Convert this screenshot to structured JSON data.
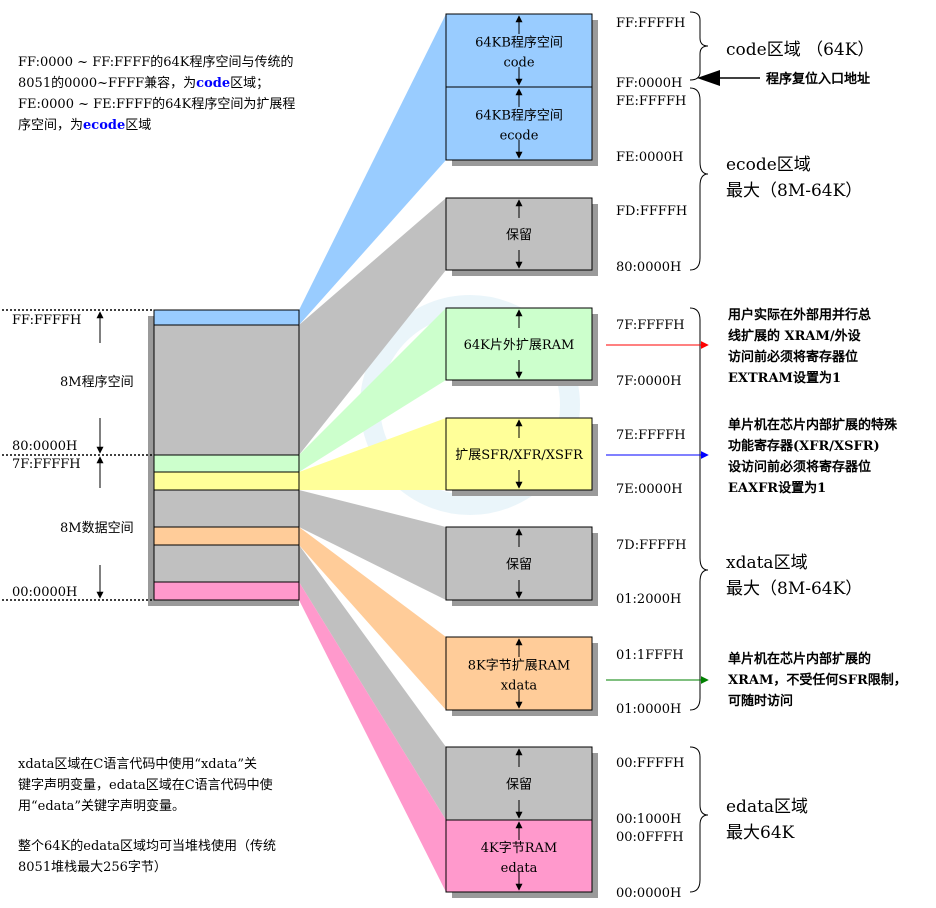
{
  "notes": {
    "top": [
      "FF:0000 ~ FF:FFFF的64K程序空间与传统的",
      "8051的0000~FFFF兼容，为",
      "code",
      "区域；",
      "FE:0000 ~ FE:FFFF的64K程序空间为扩展程",
      "序空间，为",
      "ecode",
      "区域"
    ],
    "bottom_1": [
      "xdata区域在C语言代码中使用“xdata”关",
      "键字声明变量，edata区域在C语言代码中使",
      "用“edata”关键字声明变量。"
    ],
    "bottom_2": [
      "整个64K的edata区域均可当堆栈使用（传统",
      "8051堆栈最大256字节）"
    ]
  },
  "left_map": {
    "top_addr": "FF:FFFFH",
    "program_label": "8M程序空间",
    "mid_addr_1": "80:0000H",
    "mid_addr_2": "7F:FFFFH",
    "data_label": "8M数据空间",
    "bottom_addr": "00:0000H"
  },
  "blocks": [
    {
      "line1": "64KB程序空间",
      "line2": "code",
      "color": "#99ccff"
    },
    {
      "line1": "64KB程序空间",
      "line2": "ecode",
      "color": "#99ccff"
    },
    {
      "line1": "保留",
      "line2": "",
      "color": "#c0c0c0"
    },
    {
      "line1": "64K片外扩展RAM",
      "line2": "",
      "color": "#ccffcc"
    },
    {
      "line1": "扩展SFR/XFR/XSFR",
      "line2": "",
      "color": "#ffff99"
    },
    {
      "line1": "保留",
      "line2": "",
      "color": "#c0c0c0"
    },
    {
      "line1": "8K字节扩展RAM",
      "line2": "xdata",
      "color": "#ffcc99"
    },
    {
      "line1": "保留",
      "line2": "",
      "color": "#c0c0c0"
    },
    {
      "line1": "4K字节RAM",
      "line2": "edata",
      "color": "#ff99cc"
    }
  ],
  "addresses": [
    "FF:FFFFH",
    "FF:0000H",
    "FE:FFFFH",
    "FE:0000H",
    "FD:FFFFH",
    "80:0000H",
    "7F:FFFFH",
    "7F:0000H",
    "7E:FFFFH",
    "7E:0000H",
    "7D:FFFFH",
    "01:2000H",
    "01:1FFFH",
    "01:0000H",
    "00:FFFFH",
    "00:1000H",
    "00:0FFFH",
    "00:0000H"
  ],
  "regions": {
    "code": [
      "code区域 （64K）"
    ],
    "ecode": [
      "ecode区域",
      "最大（8M-64K）"
    ],
    "xdata": [
      "xdata区域",
      "最大（8M-64K）"
    ],
    "edata": [
      "edata区域",
      "最大64K"
    ]
  },
  "reset_label": "程序复位入口地址",
  "callouts": {
    "xram": [
      "用户实际在外部用并行总",
      "线扩展的 XRAM/外设",
      "访问前必须将寄存器位",
      "EXTRAM设置为1"
    ],
    "sfr": [
      "单片机在芯片内部扩展的特殊",
      "功能寄存器(XFR/XSFR)",
      "设访问前必须将寄存器位",
      "EAXFR设置为1"
    ],
    "inner_xram": [
      "单片机在芯片内部扩展的",
      "XRAM，不受任何SFR限制，",
      "可随时访问"
    ]
  },
  "colors": {
    "blue_text": "#0000ff",
    "red_text": "#ff0000",
    "green_text": "#008000",
    "code_blue": "#99ccff",
    "gray": "#c0c0c0",
    "green": "#ccffcc",
    "yellow": "#ffff99",
    "orange": "#ffcc99",
    "pink": "#ff99cc"
  }
}
